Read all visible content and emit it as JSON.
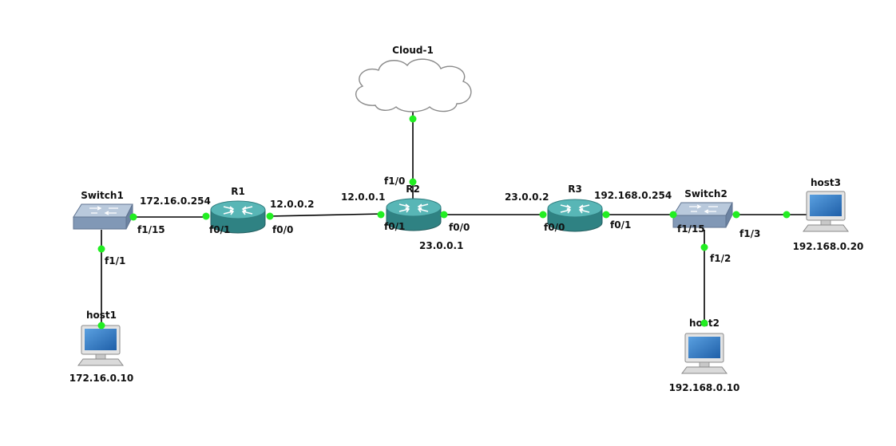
{
  "colors": {
    "link": "#000000",
    "port_dot": "#22ee22",
    "router_body": "#3f9a9a",
    "router_top": "#57b7b7",
    "switch_body": "#8ea4bf",
    "switch_top": "#b5c6da",
    "cloud_stroke": "#8a8a8a",
    "cloud_fill": "#ffffff",
    "screen": "#2a6fb5"
  },
  "nodes": {
    "cloud": {
      "label": "Cloud-1",
      "icon": "cloud-icon"
    },
    "r1": {
      "label": "R1",
      "icon": "router-icon"
    },
    "r2": {
      "label": "R2",
      "icon": "router-icon"
    },
    "r3": {
      "label": "R3",
      "icon": "router-icon"
    },
    "sw1": {
      "label": "Switch1",
      "icon": "switch-icon"
    },
    "sw2": {
      "label": "Switch2",
      "icon": "switch-icon"
    },
    "host1": {
      "label": "host1",
      "ip": "172.16.0.10",
      "icon": "computer-icon"
    },
    "host2": {
      "label": "host2",
      "ip": "192.168.0.10",
      "icon": "computer-icon"
    },
    "host3": {
      "label": "host3",
      "ip": "192.168.0.20",
      "icon": "computer-icon"
    }
  },
  "ports": {
    "sw1_f1_15": "f1/15",
    "sw1_f1_1": "f1/1",
    "r1_f0_1": "f0/1",
    "r1_f0_0": "f0/0",
    "r2_f0_1": "f0/1",
    "r2_f0_0": "f0/0",
    "r2_f1_0": "f1/0",
    "r3_f0_0": "f0/0",
    "r3_f0_1": "f0/1",
    "sw2_f1_15": "f1/15",
    "sw2_f1_2": "f1/2",
    "sw2_f1_3": "f1/3"
  },
  "ips": {
    "r1_f0_1": "172.16.0.254",
    "r1_f0_0": "12.0.0.2",
    "r2_f0_1": "12.0.0.1",
    "r2_f0_0": "23.0.0.1",
    "r3_f0_0": "23.0.0.2",
    "r3_f0_1": "192.168.0.254"
  }
}
